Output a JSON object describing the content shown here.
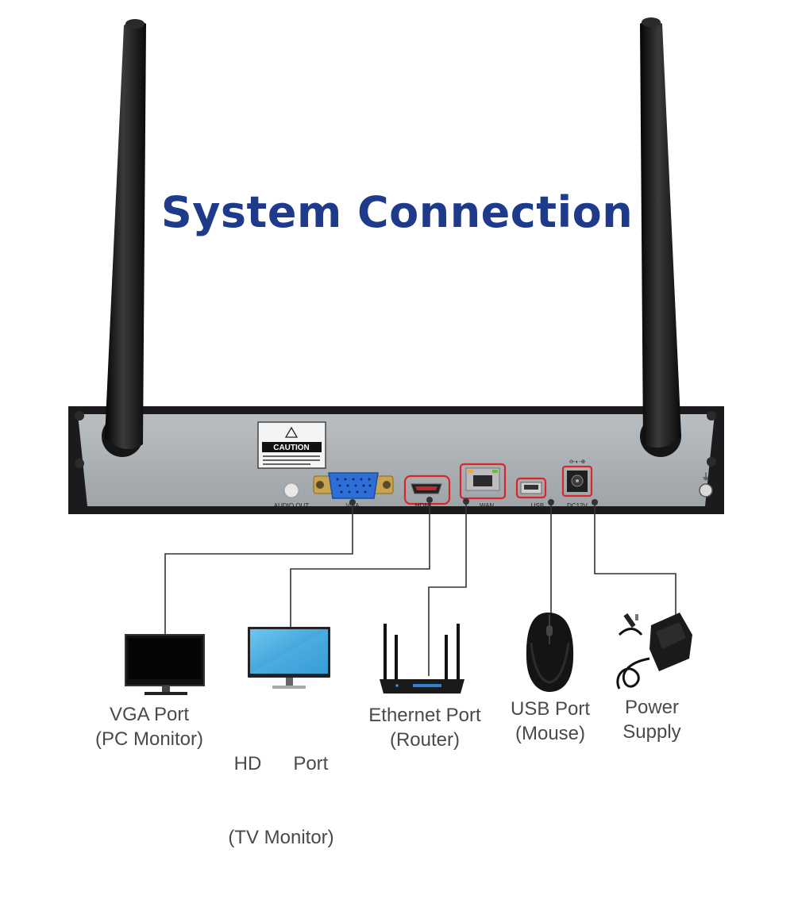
{
  "colors": {
    "title": "#1e3a8a",
    "panel_face": "#aab0b4",
    "panel_frame": "#1b1b1d",
    "highlight": "#d8262c",
    "caption": "#4a4a4a",
    "line": "#333333",
    "antenna": "#1a1a1a"
  },
  "title": "System Connection",
  "panel": {
    "caution_label": "CAUTION",
    "ports": {
      "audio_out": "AUDIO OUT",
      "vga": "VGA",
      "hdmi": "HDMI",
      "wan": "WAN",
      "usb": "USB",
      "dc": "DC12V"
    }
  },
  "devices": [
    {
      "id": "vga",
      "line1": "VGA Port",
      "line2": "(PC Monitor)",
      "icon": "pc-monitor-icon"
    },
    {
      "id": "hdmi",
      "line1": "HD      Port",
      "line2": "(TV Monitor)",
      "icon": "tv-monitor-icon"
    },
    {
      "id": "ethernet",
      "line1": "Ethernet Port",
      "line2": "(Router)",
      "icon": "router-icon"
    },
    {
      "id": "usb",
      "line1": "USB Port",
      "line2": "(Mouse)",
      "icon": "mouse-icon"
    },
    {
      "id": "power",
      "line1": "Power",
      "line2": "Supply",
      "icon": "power-adapter-icon"
    }
  ]
}
